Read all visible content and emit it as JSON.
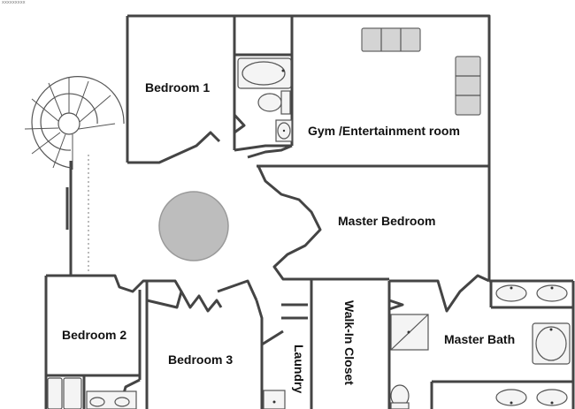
{
  "rooms": {
    "bedroom1": "Bedroom 1",
    "gym": "Gym /Entertainment room",
    "master_bedroom": "Master Bedroom",
    "bedroom2": "Bedroom 2",
    "bedroom3": "Bedroom 3",
    "laundry": "Laundry",
    "walk_in_closet": "Walk-In Closet",
    "master_bath": "Master Bath"
  },
  "logo_text": "xxxxxxxxx"
}
